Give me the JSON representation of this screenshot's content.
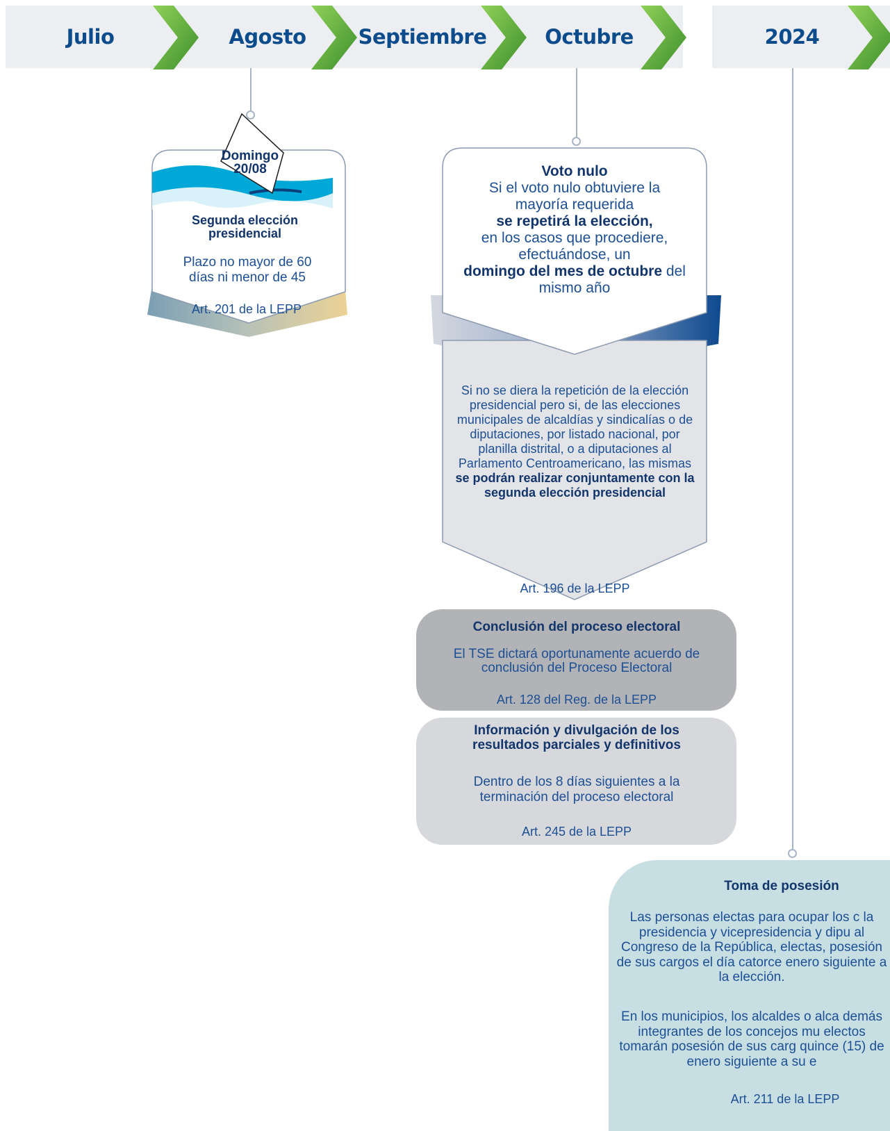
{
  "timeline": {
    "months": [
      "Julio",
      "Agosto",
      "Septiembre",
      "Octubre",
      "2024"
    ]
  },
  "segunda_eleccion": {
    "date_line1": "Domingo",
    "date_line2": "20/08",
    "title": "Segunda elección presidencial",
    "body": "Plazo no mayor de 60 días ni menor de 45",
    "ref": "Art. 201 de la LEPP"
  },
  "voto_nulo": {
    "title": "Voto nulo",
    "line1": "Si el voto nulo obtuviere la",
    "line2": "mayoría requerida",
    "line3": "se repetirá la elección,",
    "line4": "en los casos que procediere,",
    "line5": "efectuándose, un",
    "line6_bold": "domingo del mes de octubre",
    "line6_rest": " del",
    "line7": "mismo año"
  },
  "repeticion": {
    "body": "Si no se diera la repetición de la elección presidencial pero si, de las elecciones municipales de alcaldías y sindicalías o de diputaciones, por listado nacional, por planilla distrital, o a diputaciones al Parlamento Centroamericano, las mismas",
    "body_bold": "se podrán realizar conjuntamente con la segunda elección presidencial",
    "ref": "Art. 196 de la LEPP"
  },
  "conclusion": {
    "title": "Conclusión del proceso electoral",
    "body": "El TSE dictará oportunamente acuerdo de conclusión del Proceso Electoral",
    "ref": "Art. 128 del Reg. de la LEPP"
  },
  "divulgacion": {
    "title": "Información y divulgación de los resultados parciales y definitivos",
    "body": "Dentro de los 8 días siguientes a la terminación del proceso electoral",
    "ref": "Art. 245 de la LEPP"
  },
  "toma_posesion": {
    "title": "Toma de posesión",
    "body1": "Las personas electas para ocupar los c la presidencia y vicepresidencia y dipu al Congreso de la República, electas, posesión de sus cargos el día catorce enero siguiente a la elección.",
    "body2": "En los municipios, los alcaldes o alca demás integrantes de los concejos mu electos tomarán posesión de sus carg quince (15) de enero siguiente a su e",
    "ref": "Art. 211 de la LEPP"
  },
  "colors": {
    "navy": "#0d4c8c",
    "chevron_green": "#6cbd45",
    "bar_gray": "#eceef1",
    "connector": "#a7b4c6",
    "conclusion_bg": "#b1b3b6",
    "divulgacion_bg": "#d6d8db",
    "toma_bg": "#c7dfe3"
  }
}
